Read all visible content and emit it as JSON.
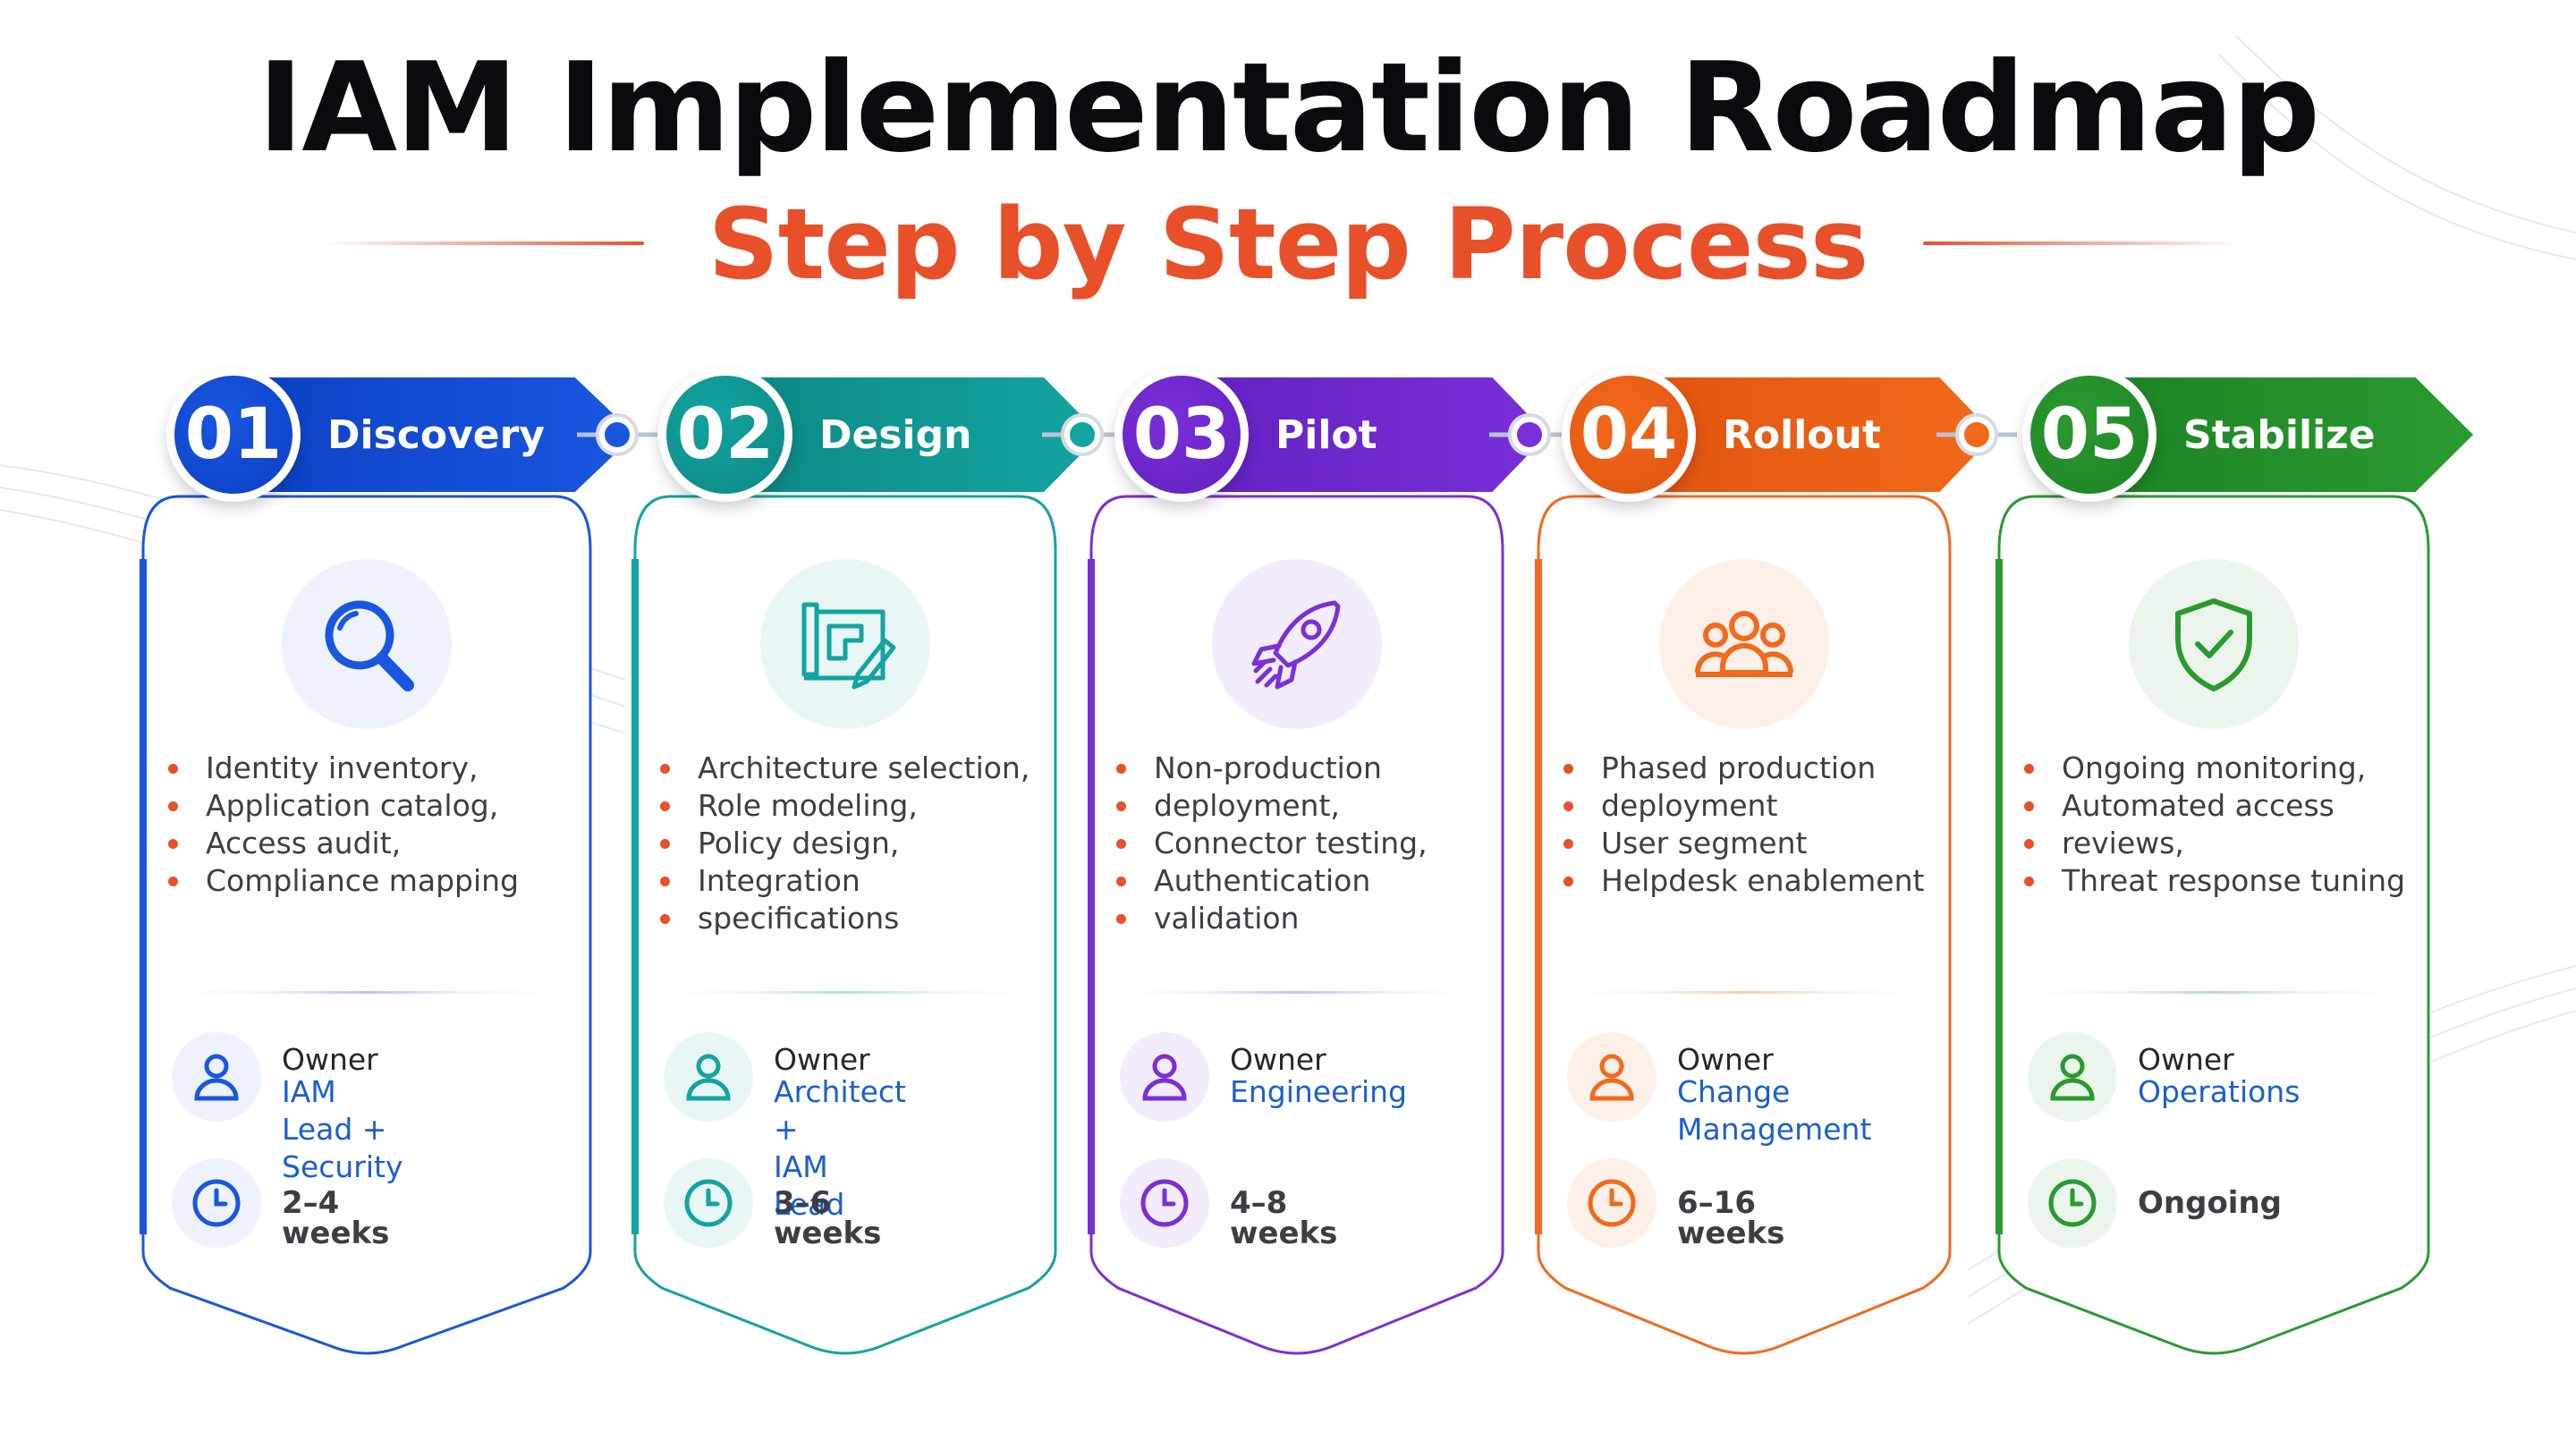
{
  "title": "IAM Implementation Roadmap",
  "subtitle": "Step by Step Process",
  "colors": {
    "title": "#0b0b0f",
    "subtitle": "#e8502a",
    "bullet": "#e8502a",
    "owner_value": "#1a5fd0"
  },
  "stages": [
    {
      "number": "01",
      "name": "Discovery",
      "icon": "magnifier-icon",
      "color": "#1a56e0",
      "color_dark": "#0a3fc4",
      "tint": "#edf2fd",
      "bullets": [
        "Identity inventory,",
        "Application catalog,",
        "Access audit,",
        "Compliance mapping"
      ],
      "owner_label": "Owner",
      "owner_lines": [
        "IAM Lead + Security"
      ],
      "duration": "2–4 weeks"
    },
    {
      "number": "02",
      "name": "Design",
      "icon": "blueprint-pencil-icon",
      "color": "#12a4a0",
      "color_dark": "#0c8783",
      "tint": "#e8f6f5",
      "bullets": [
        "Architecture selection,",
        "Role modeling,",
        "Policy design,",
        "Integration",
        "specifications"
      ],
      "owner_label": "Owner",
      "owner_lines": [
        "Architect +",
        "IAM Lead"
      ],
      "duration": "3–6 weeks"
    },
    {
      "number": "03",
      "name": "Pilot",
      "icon": "rocket-icon",
      "color": "#7a2fd9",
      "color_dark": "#6120c0",
      "tint": "#f2ecfc",
      "bullets": [
        "Non-production",
        "deployment,",
        "Connector testing,",
        "Authentication",
        "validation"
      ],
      "owner_label": "Owner",
      "owner_lines": [
        "Engineering"
      ],
      "duration": "4–8 weeks"
    },
    {
      "number": "04",
      "name": "Rollout",
      "icon": "team-group-icon",
      "color": "#f26a1b",
      "color_dark": "#e0510e",
      "tint": "#fdf0e9",
      "bullets": [
        "Phased production",
        "deployment",
        "User segment",
        "Helpdesk enablement"
      ],
      "owner_label": "Owner",
      "owner_lines": [
        "Change",
        "Management"
      ],
      "duration": "6–16 weeks"
    },
    {
      "number": "05",
      "name": "Stabilize",
      "icon": "shield-check-icon",
      "color": "#2a9a30",
      "color_dark": "#1d8223",
      "tint": "#ebf5ec",
      "bullets": [
        "Ongoing monitoring,",
        "Automated access",
        "reviews,",
        "Threat response tuning"
      ],
      "owner_label": "Owner",
      "owner_lines": [
        "Operations"
      ],
      "duration": "Ongoing"
    }
  ]
}
